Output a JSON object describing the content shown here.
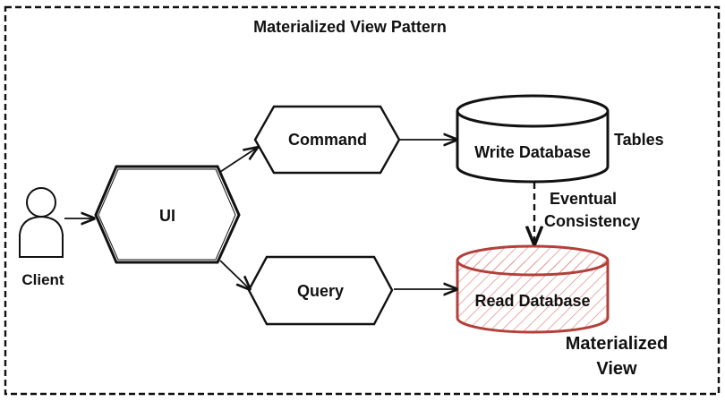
{
  "title": "Materialized View Pattern",
  "nodes": {
    "client": {
      "label": "Client"
    },
    "ui": {
      "label": "UI"
    },
    "command": {
      "label": "Command"
    },
    "query": {
      "label": "Query"
    },
    "write_db": {
      "label": "Write Database",
      "side_label": "Tables"
    },
    "read_db": {
      "label": "Read Database",
      "side_label_line1": "Materialized",
      "side_label_line2": "View"
    }
  },
  "edges": {
    "sync_label_line1": "Eventual",
    "sync_label_line2": "Consistency"
  },
  "colors": {
    "stroke": "#111111",
    "read_db_stroke": "#b3403a",
    "read_db_hatch": "#e08a85"
  }
}
